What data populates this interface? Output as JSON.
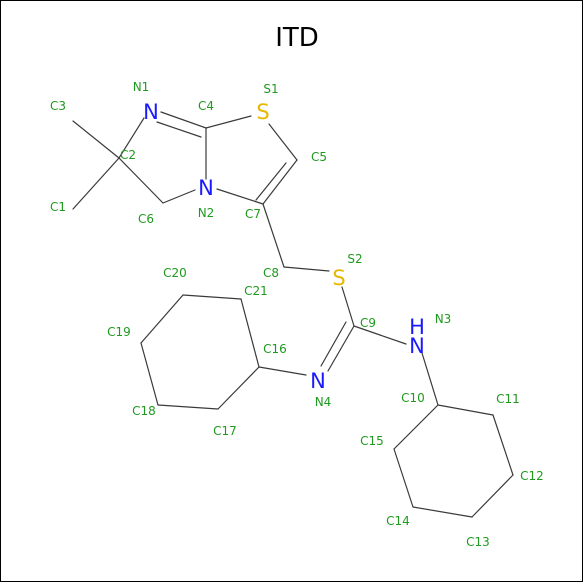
{
  "title": "ITD",
  "colors": {
    "bond": "#3a3a3a",
    "nitrogen": "#1a1aff",
    "sulfur": "#e6b800",
    "number_label": "#1f9a1f",
    "background": "#ffffff"
  },
  "atom_labels": [
    {
      "key": "N1",
      "symbol": "N",
      "color": "nitrogen"
    },
    {
      "key": "S1",
      "symbol": "S",
      "color": "sulfur"
    },
    {
      "key": "N2",
      "symbol": "N",
      "color": "nitrogen"
    },
    {
      "key": "S2",
      "symbol": "S",
      "color": "sulfur"
    },
    {
      "key": "N3",
      "symbol": "H\nN",
      "color": "nitrogen"
    },
    {
      "key": "N4",
      "symbol": "N",
      "color": "nitrogen"
    }
  ],
  "number_labels": [
    "N1",
    "S1",
    "C3",
    "C4",
    "C2",
    "C5",
    "C1",
    "N2",
    "C6",
    "C7",
    "S2",
    "C20",
    "C8",
    "C21",
    "N3",
    "C9",
    "C19",
    "C16",
    "C10",
    "C11",
    "N4",
    "C18",
    "C17",
    "C15",
    "C12",
    "C14",
    "C13"
  ]
}
